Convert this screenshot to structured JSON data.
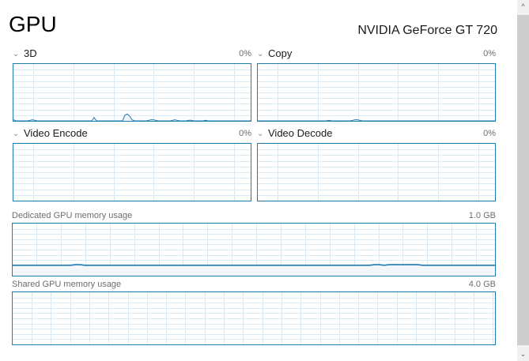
{
  "page": {
    "title": "GPU",
    "device_name": "NVIDIA GeForce GT 720"
  },
  "engines": [
    {
      "name": "3D",
      "value": "0%",
      "series": [
        2,
        0,
        0,
        0,
        0,
        0,
        0,
        1,
        2,
        1,
        0,
        0,
        0,
        0,
        0,
        0,
        0,
        0,
        0,
        0,
        0,
        0,
        0,
        0,
        0,
        0,
        0,
        0,
        0,
        0,
        0,
        0,
        0,
        0,
        6,
        0,
        0,
        0,
        0,
        0,
        0,
        0,
        0,
        0,
        0,
        0,
        0,
        10,
        12,
        8,
        2,
        0,
        0,
        0,
        0,
        0,
        0,
        1,
        2,
        2,
        1,
        0,
        0,
        0,
        0,
        0,
        0,
        1,
        2,
        1,
        0,
        0,
        0,
        0,
        1,
        1,
        0,
        0,
        0,
        0,
        0,
        1,
        0,
        0,
        0,
        0,
        0,
        0,
        0,
        0,
        0,
        0,
        0,
        0,
        0,
        0,
        0,
        0,
        0,
        0,
        0
      ]
    },
    {
      "name": "Copy",
      "value": "0%",
      "series": [
        0,
        0,
        0,
        0,
        0,
        0,
        0,
        0,
        0,
        0,
        0,
        0,
        0,
        0,
        0,
        0,
        0,
        0,
        0,
        0,
        0,
        0,
        0,
        0,
        0,
        0,
        0,
        0,
        0,
        0,
        1,
        0,
        0,
        0,
        0,
        0,
        0,
        0,
        0,
        0,
        1,
        2,
        2,
        1,
        0,
        0,
        0,
        0,
        0,
        0,
        0,
        0,
        0,
        0,
        0,
        0,
        0,
        0,
        0,
        0,
        0,
        0,
        0,
        0,
        0,
        0,
        0,
        0,
        0,
        0,
        0,
        0,
        0,
        0,
        0,
        0,
        0,
        0,
        0,
        0,
        0,
        0,
        0,
        0,
        0,
        0,
        0,
        0,
        0,
        0,
        0,
        0,
        0,
        0,
        0,
        0,
        0,
        0,
        0,
        0,
        0
      ]
    },
    {
      "name": "Video Encode",
      "value": "0%",
      "series": []
    },
    {
      "name": "Video Decode",
      "value": "0%",
      "series": []
    }
  ],
  "memory": [
    {
      "label": "Dedicated GPU memory usage",
      "capacity": "1.0 GB",
      "series": [
        20,
        20,
        20,
        20,
        20,
        20,
        20,
        20,
        20,
        20,
        20,
        20,
        20,
        21,
        21,
        20,
        20,
        20,
        20,
        20,
        20,
        20,
        20,
        20,
        20,
        20,
        20,
        20,
        20,
        20,
        20,
        20,
        20,
        20,
        20,
        20,
        20,
        20,
        20,
        20,
        20,
        20,
        20,
        20,
        20,
        20,
        20,
        20,
        20,
        20,
        20,
        20,
        20,
        20,
        20,
        20,
        20,
        20,
        20,
        20,
        20,
        20,
        20,
        20,
        20,
        20,
        20,
        20,
        20,
        20,
        20,
        20,
        20,
        20,
        20,
        21,
        21,
        20,
        21,
        21,
        21,
        21,
        21,
        21,
        21,
        20,
        20,
        20,
        20,
        20,
        20,
        20,
        20,
        20,
        20,
        20,
        20,
        20,
        20,
        20,
        20
      ]
    },
    {
      "label": "Shared GPU memory usage",
      "capacity": "4.0 GB",
      "series": []
    }
  ],
  "colors": {
    "border": "#1d7bb0",
    "grid": "#d9eaf4",
    "line": "#1d7bb0",
    "fill": "#f1f6fa"
  }
}
